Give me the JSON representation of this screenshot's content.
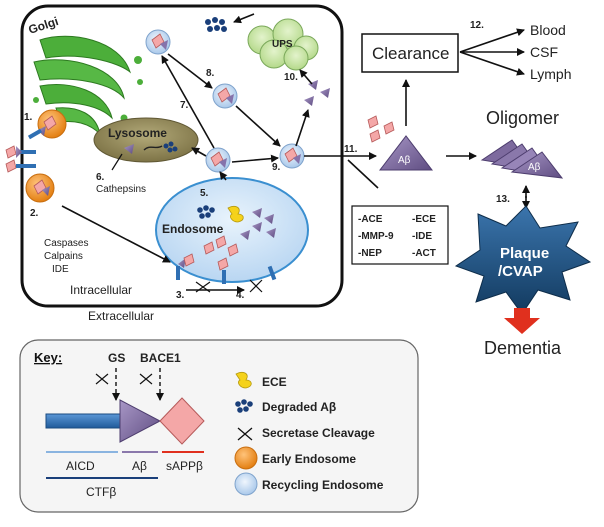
{
  "cell": {
    "golgi": "Golgi",
    "ups": "UPS",
    "lysosome": "Lysosome",
    "cathepsins": "Cathepsins",
    "endosome": "Endosome",
    "caspases": [
      "Caspases",
      "Calpains",
      "IDE"
    ],
    "intracellular": "Intracellular",
    "extracellular": "Extracellular"
  },
  "steps": [
    "1.",
    "2.",
    "3.",
    "4.",
    "5.",
    "6.",
    "7.",
    "8.",
    "9.",
    "10.",
    "11.",
    "12.",
    "13."
  ],
  "abeta": "Aβ",
  "clearance": "Clearance",
  "outputs": [
    "Blood",
    "CSF",
    "Lymph"
  ],
  "oligomer": "Oligomer",
  "plaque": [
    "Plaque",
    "/CVAP"
  ],
  "dementia": "Dementia",
  "enzymes": {
    "left": [
      "-ACE",
      "-MMP-9",
      "-NEP"
    ],
    "right": [
      "-ECE",
      "-IDE",
      "-ACT"
    ]
  },
  "key": {
    "title": "Key:",
    "gs": "GS",
    "bace1": "BACE1",
    "aicd": "AICD",
    "abeta": "Aβ",
    "sappb": "sAPPβ",
    "ctfb": "CTFβ",
    "legend": [
      "ECE",
      "Degraded Aβ",
      "Secretase Cleavage",
      "Early Endosome",
      "Recycling Endosome"
    ]
  },
  "colors": {
    "golgi": "#4cae3a",
    "ups": "#c9e5a5",
    "lysosome": "#8f8456",
    "endosome": "#c9e1f6",
    "triangle": "#7d6a9e",
    "diamond": "#f4a7a7",
    "plaque": "#1e4f7c",
    "arrow_red": "#e0301e",
    "orange": "#f0922a",
    "bar": "#2f6fb3"
  }
}
